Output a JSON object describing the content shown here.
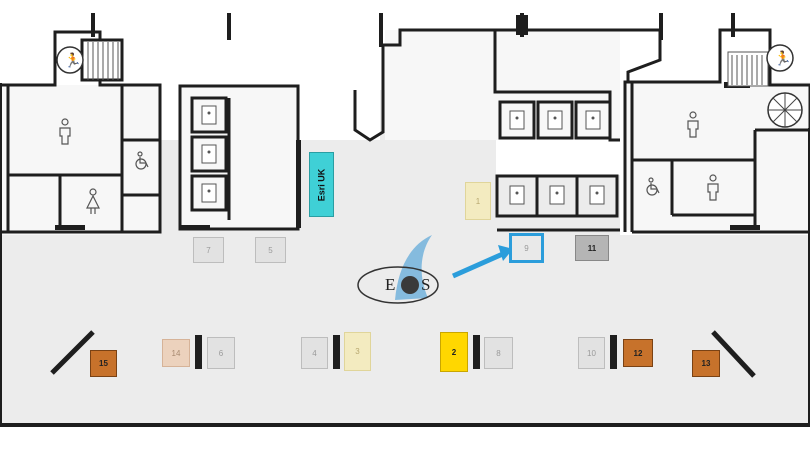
{
  "map": {
    "background": "#ffffff",
    "hall_fill": "#ededed",
    "wall_color": "#1e1e1e",
    "highlight_color": "#2b9ddb",
    "featured_booth_color": "#3fd0d6",
    "gold_booth_color": "#ffd700",
    "brown_booth_color": "#c7722b"
  },
  "booths": [
    {
      "id": "b1",
      "label": "1",
      "style": "light-yellow"
    },
    {
      "id": "b2",
      "label": "2",
      "style": "gold"
    },
    {
      "id": "b3",
      "label": "3",
      "style": "light-yellow"
    },
    {
      "id": "b4",
      "label": "4",
      "style": "grey"
    },
    {
      "id": "b5",
      "label": "5",
      "style": "grey"
    },
    {
      "id": "b6",
      "label": "6",
      "style": "grey"
    },
    {
      "id": "b7",
      "label": "7",
      "style": "grey"
    },
    {
      "id": "b8",
      "label": "8",
      "style": "grey"
    },
    {
      "id": "b9",
      "label": "9",
      "style": "highlighted"
    },
    {
      "id": "b10",
      "label": "10",
      "style": "grey"
    },
    {
      "id": "b11",
      "label": "11",
      "style": "dark-grey"
    },
    {
      "id": "b12",
      "label": "12",
      "style": "brown"
    },
    {
      "id": "b13",
      "label": "13",
      "style": "brown"
    },
    {
      "id": "b14",
      "label": "14",
      "style": "light-brown"
    },
    {
      "id": "b15",
      "label": "15",
      "style": "brown"
    }
  ],
  "featured_booth": {
    "label": "Esri UK"
  },
  "logo": {
    "left": "E",
    "right": "S"
  },
  "icons": {
    "toilet_male": "person-icon",
    "toilet_female": "female-icon",
    "accessible": "wheelchair-icon",
    "lift": "elevator-icon",
    "stairs": "stairs-icon",
    "fire_exit": "running-man-icon",
    "spiral_stair": "spiral-stair-icon"
  }
}
